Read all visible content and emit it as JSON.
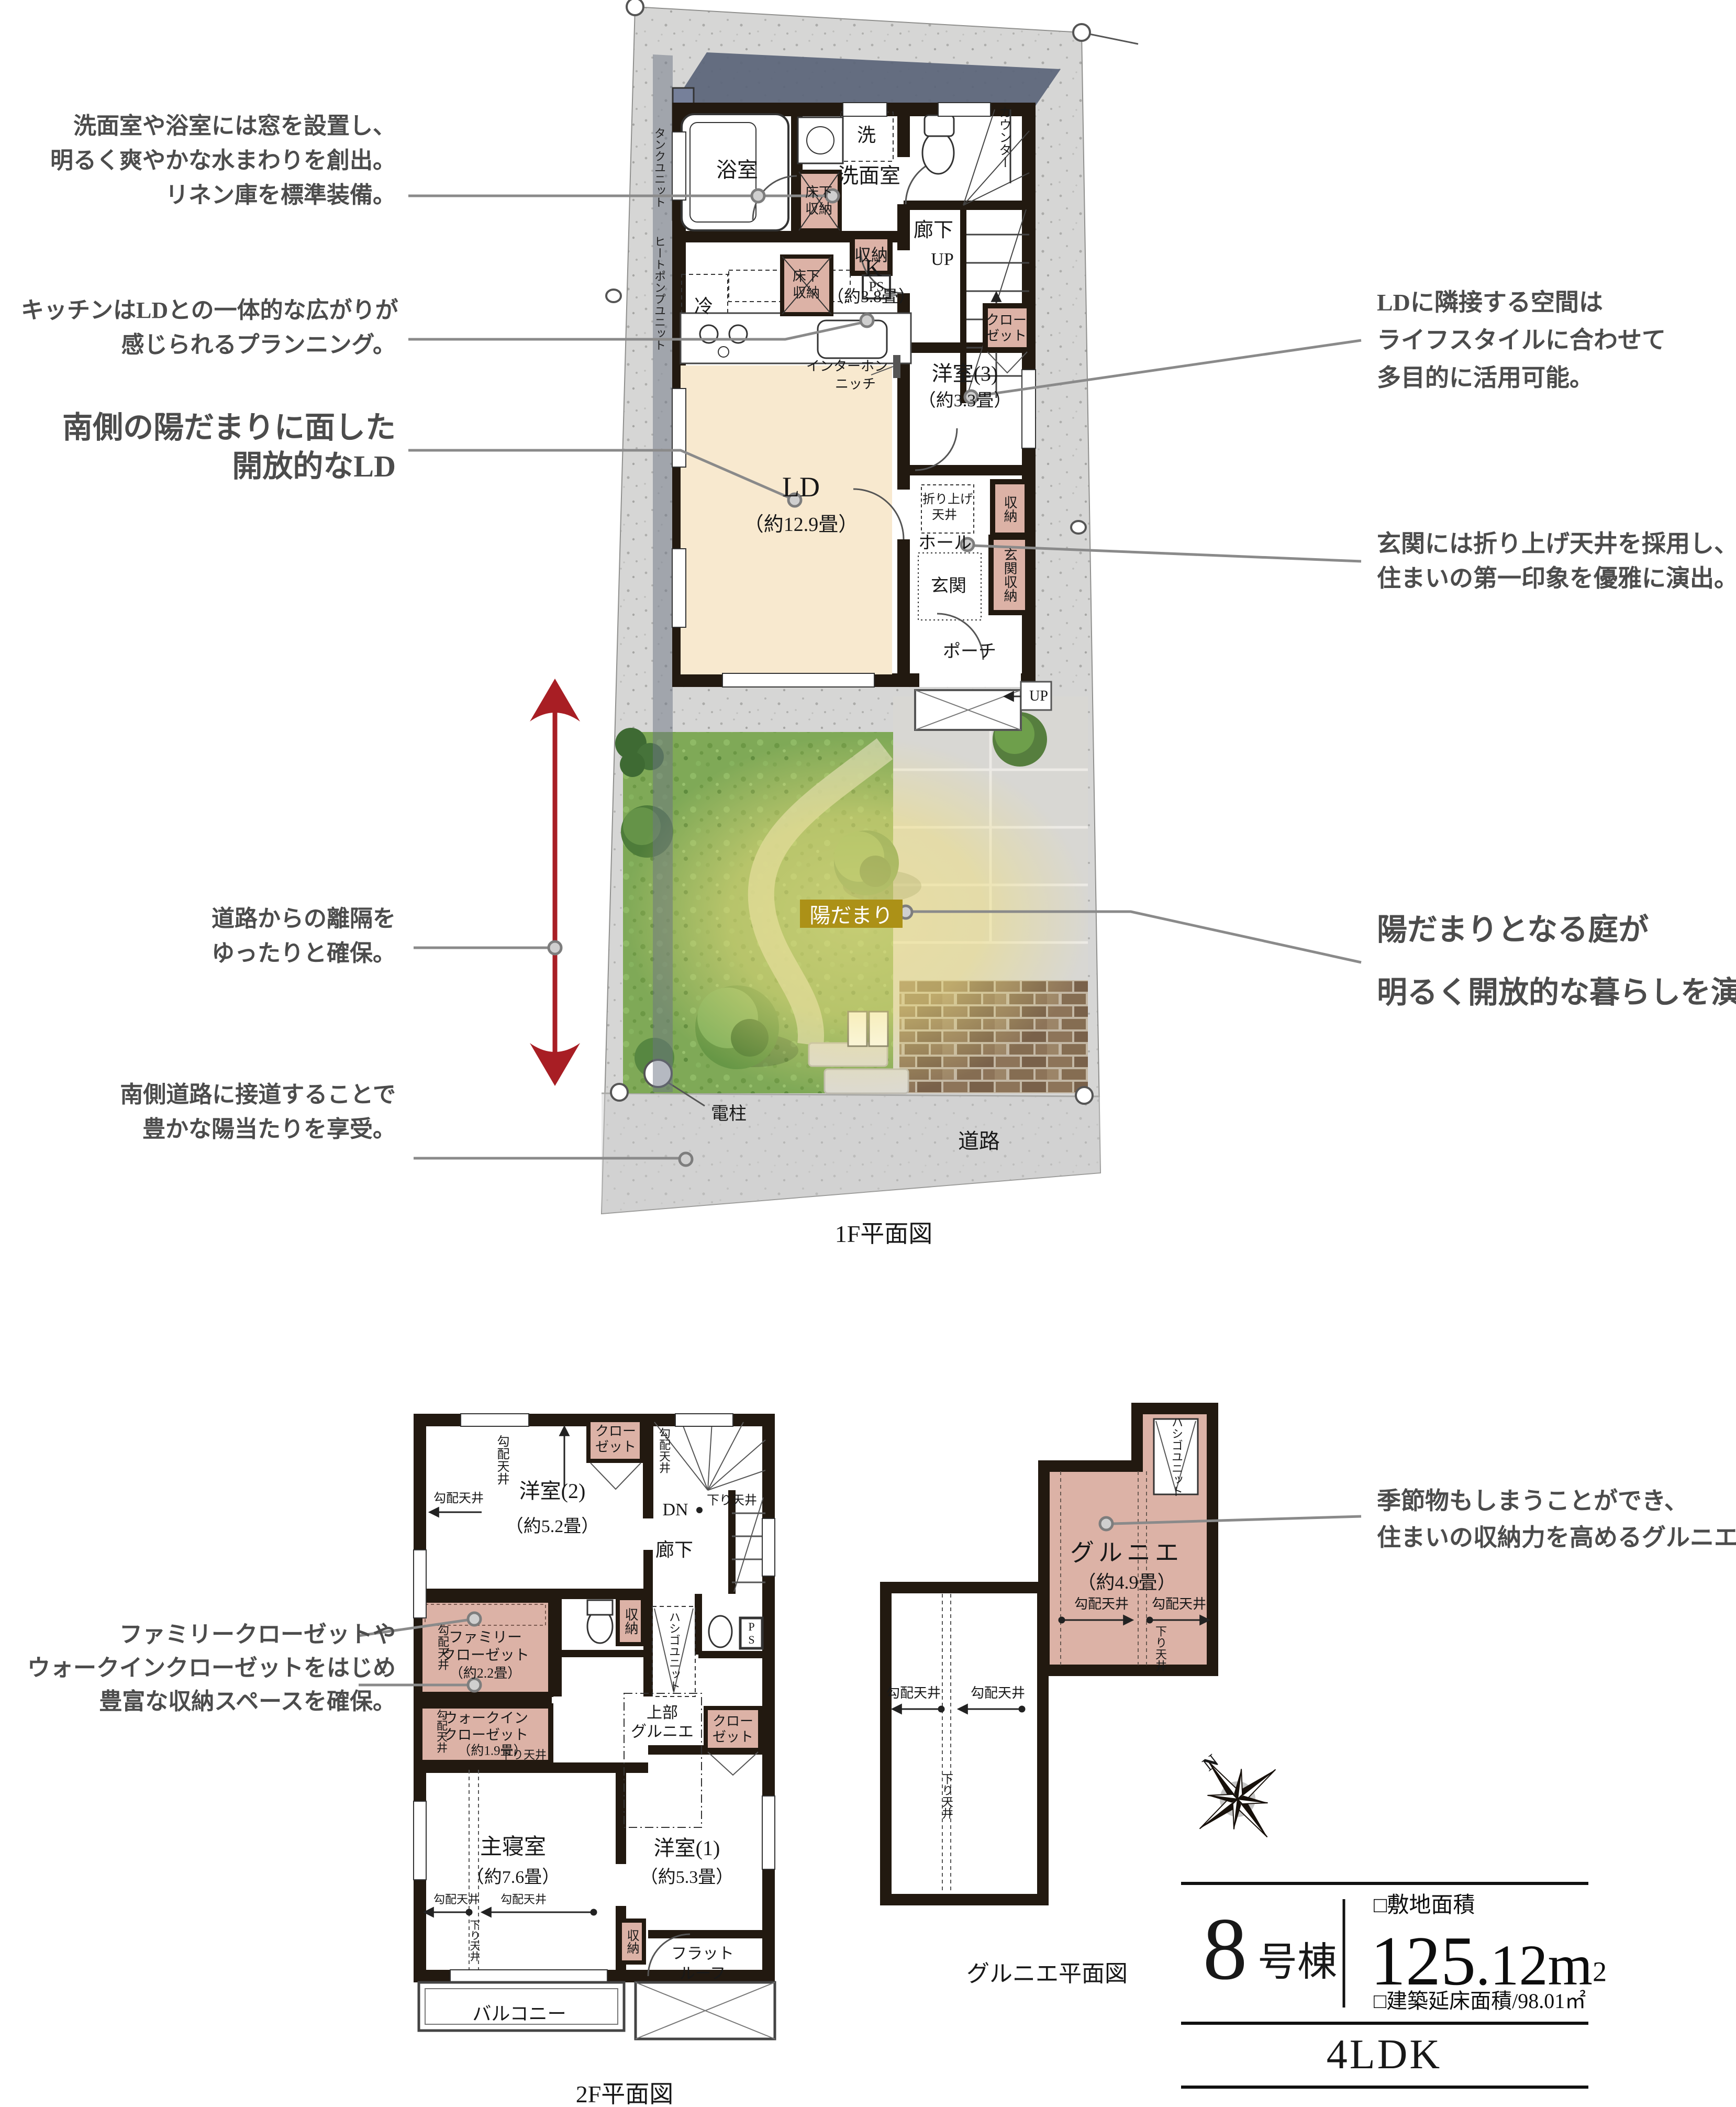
{
  "ann": {
    "washroom": {
      "l1": "洗面室や浴室には窓を設置し、",
      "l2": "明るく爽やかな水まわりを創出。",
      "l3": "リネン庫を標準装備。"
    },
    "kitchen": {
      "l1": "キッチンはLDとの一体的な広がりが",
      "l2": "感じられるプランニング。"
    },
    "ld": {
      "l1": "南側の陽だまりに面した",
      "l2": "開放的なLD"
    },
    "setback": {
      "l1": "道路からの離隔を",
      "l2": "ゆったりと確保。"
    },
    "south": {
      "l1": "南側道路に接道することで",
      "l2": "豊かな陽当たりを享受。"
    },
    "flex": {
      "l1": "LDに隣接する空間は",
      "l2": "ライフスタイルに合わせて",
      "l3": "多目的に活用可能。"
    },
    "entrance": {
      "l1": "玄関には折り上げ天井を採用し、",
      "l2": "住まいの第一印象を優雅に演出。"
    },
    "garden": {
      "l1": "陽だまりとなる庭が",
      "l2": "明るく開放的な暮らしを演出。"
    },
    "closet": {
      "l1": "ファミリークローゼットや",
      "l2": "ウォークインクローゼットをはじめ",
      "l3": "豊富な収納スペースを確保。"
    },
    "grenier": {
      "l1": "季節物もしまうことができ、",
      "l2": "住まいの収納力を高めるグルニエ。"
    }
  },
  "shared": {
    "slope": "勾配天井",
    "drop": "下り天井",
    "storage": "収納",
    "closet1": "クロー",
    "closet2": "ゼット",
    "up": "UP",
    "ps": "PS",
    "corridor": "廊下"
  },
  "p1": {
    "bath": "浴室",
    "wash": "洗",
    "washroom": "洗面室",
    "uf1": "床下",
    "uf2": "収納",
    "fridge": "冷",
    "k": "K",
    "k_size": "（約3.8畳）",
    "counter": "カウンター",
    "ld": "LD",
    "ld_size": "（約12.9畳）",
    "intercom1": "インターホン",
    "intercom2": "ニッチ",
    "room3": "洋室(3)",
    "room3_size": "（約3.3畳）",
    "coffered1": "折り上げ",
    "coffered2": "天井",
    "hall": "ホール",
    "entrance": "玄関",
    "entrance_st": "玄関収納",
    "porch": "ポーチ",
    "tank": "タンクユニット",
    "heatpump": "ヒートポンプユニット",
    "sunspot": "陽だまり",
    "pole": "電柱",
    "road": "道路"
  },
  "p2": {
    "room2": "洋室(2)",
    "room2_size": "（約5.2畳）",
    "dn": "DN",
    "family1": "ファミリー",
    "family2": "クローゼット",
    "family_size": "（約2.2畳）",
    "ladder": "ハシゴユニット",
    "wic1": "ウォークイン",
    "wic2": "クローゼット",
    "wic_size": "（約1.9畳）",
    "master": "主寝室",
    "master_size": "（約7.6畳）",
    "upper1": "上部",
    "upper2": "グルニエ",
    "room1": "洋室(1)",
    "room1_size": "（約5.3畳）",
    "flat1": "フラット",
    "flat2": "ルーフ",
    "balcony": "バルコニー"
  },
  "p3": {
    "grenier": "グルニエ",
    "grenier_size": "（約4.9畳）",
    "ladder": "ハシゴユニット"
  },
  "captions": {
    "f1": "1F平面図",
    "f2": "2F平面図",
    "grenier": "グルニエ平面図"
  },
  "info": {
    "num": "8",
    "suffix": "号棟",
    "site_label": "□敷地面積",
    "area_int": "125",
    "area_dec": ".12m",
    "area_sup": "2",
    "floor_area": "□建築延床面積/98.01㎡",
    "type": "4LDK",
    "north": "N"
  }
}
